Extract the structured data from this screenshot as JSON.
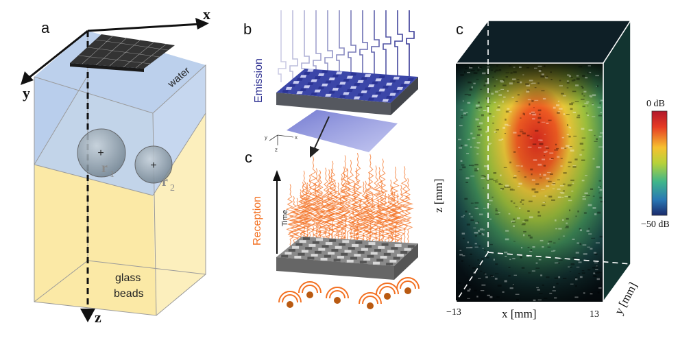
{
  "panel_a": {
    "label": "a",
    "axis_x": "x",
    "axis_y": "y",
    "axis_z": "z",
    "water_label": "water",
    "beads_line1": "glass",
    "beads_line2": "beads",
    "r1_letter": "r",
    "r1_sub": "1",
    "r2_letter": "r",
    "r2_sub": "2",
    "colors": {
      "water": "#a9c3e6",
      "beads": "#fbe9a6",
      "sphere": "#8a9aa6"
    }
  },
  "panel_b": {
    "label": "b",
    "emission_label": "Emission",
    "emission_color": "#2e3192",
    "coord_x": "x",
    "coord_y": "y",
    "coord_z": "z"
  },
  "panel_c_left": {
    "label": "c",
    "reception_label": "Reception",
    "reception_color": "#f37021",
    "time_label": "Time"
  },
  "panel_c_right": {
    "label": "c",
    "z_label": "z [mm]",
    "x_label": "x [mm]",
    "y_label": "y [mm]",
    "x_min": "−13",
    "x_max": "13",
    "colorbar_top": "0 dB",
    "colorbar_bottom": "−50 dB"
  }
}
